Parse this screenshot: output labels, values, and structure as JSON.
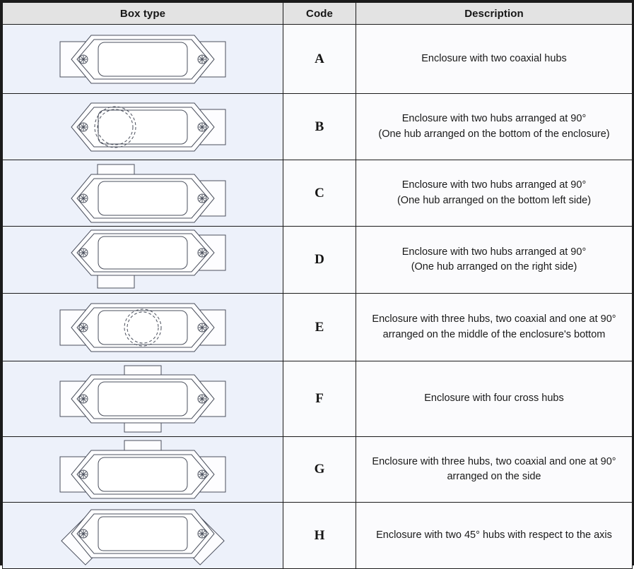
{
  "table": {
    "headers": {
      "box_type": "Box type",
      "code": "Code",
      "description": "Description"
    },
    "rows": [
      {
        "code": "A",
        "figure": "enclosure-two-coaxial-hubs",
        "description_lines": [
          "Enclosure with two coaxial hubs"
        ]
      },
      {
        "code": "B",
        "figure": "enclosure-two-hubs-90-bottom",
        "description_lines": [
          "Enclosure with two hubs arranged at 90°",
          "(One hub arranged on the bottom of the enclosure)"
        ]
      },
      {
        "code": "C",
        "figure": "enclosure-two-hubs-90-bottom-left",
        "description_lines": [
          "Enclosure with two hubs arranged at 90°",
          "(One hub arranged on the bottom left side)"
        ]
      },
      {
        "code": "D",
        "figure": "enclosure-two-hubs-90-right",
        "description_lines": [
          "Enclosure with two hubs arranged at 90°",
          "(One hub arranged on the right side)"
        ]
      },
      {
        "code": "E",
        "figure": "enclosure-three-hubs-middle-bottom",
        "description_lines": [
          "Enclosure with three hubs, two coaxial and one at 90°",
          "arranged on the middle of the enclosure's bottom"
        ]
      },
      {
        "code": "F",
        "figure": "enclosure-four-cross-hubs",
        "description_lines": [
          "Enclosure with four cross hubs"
        ]
      },
      {
        "code": "G",
        "figure": "enclosure-three-hubs-side",
        "description_lines": [
          "Enclosure with three hubs, two coaxial and one at 90°",
          "arranged on the side"
        ]
      },
      {
        "code": "H",
        "figure": "enclosure-two-45-hubs",
        "description_lines": [
          "Enclosure with two 45° hubs with respect to the axis"
        ]
      }
    ]
  },
  "colors": {
    "header_bg": "#e3e3e3",
    "box_cell_bg": "#edf1fa",
    "desc_cell_bg": "#fbfbfd",
    "border": "#1b1b1b",
    "line_art": "#4a4f5c"
  }
}
